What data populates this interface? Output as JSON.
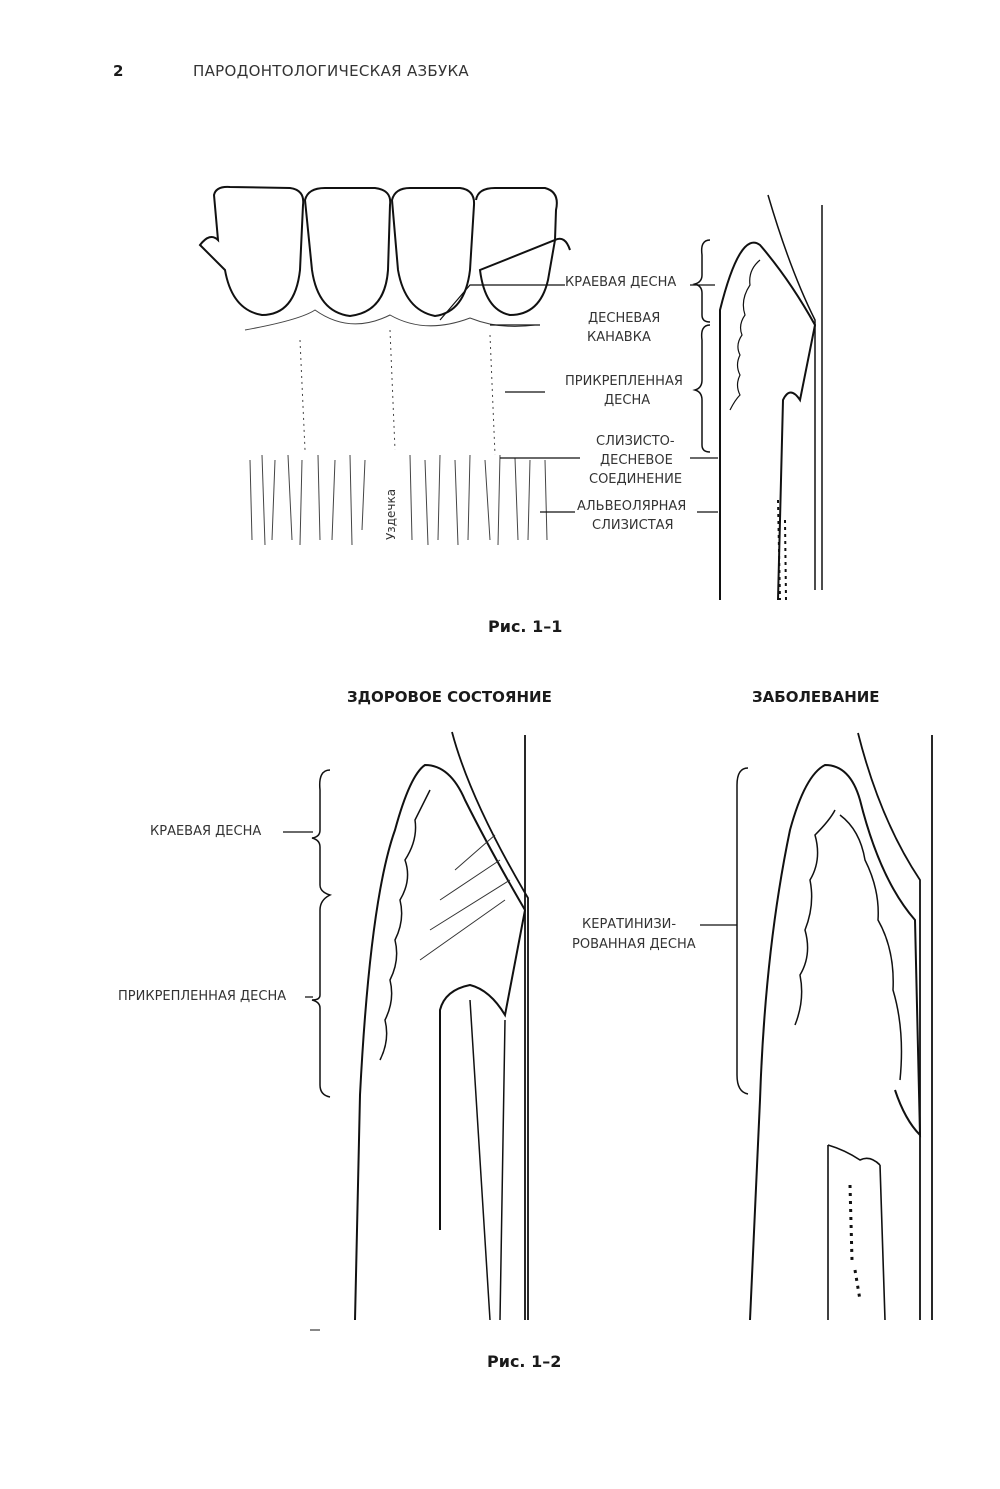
{
  "header": {
    "page_number": "2",
    "running_title": "ПАРОДОНТОЛОГИЧЕСКАЯ АЗБУКА"
  },
  "figure1": {
    "labels": {
      "marginal_gingiva": "КРАЕВАЯ ДЕСНА",
      "gingival_groove_1": "ДЕСНЕВАЯ",
      "gingival_groove_2": "КАНАВКА",
      "attached_gingiva_1": "ПРИКРЕПЛЕННАЯ",
      "attached_gingiva_2": "ДЕСНА",
      "mg_junction_1": "СЛИЗИСТО-",
      "mg_junction_2": "ДЕСНЕВОЕ",
      "mg_junction_3": "СОЕДИНЕНИЕ",
      "alveolar_mucosa_1": "АЛЬВЕОЛЯРНАЯ",
      "alveolar_mucosa_2": "СЛИЗИСТАЯ",
      "frenum": "Уздечка"
    },
    "caption": "Рис. 1–1"
  },
  "figure2": {
    "healthy_heading": "ЗДОРОВОЕ СОСТОЯНИЕ",
    "disease_heading": "ЗАБОЛЕВАНИЕ",
    "labels": {
      "marginal_gingiva": "КРАЕВАЯ ДЕСНА",
      "attached_gingiva": "ПРИКРЕПЛЕННАЯ ДЕСНА",
      "keratinized_1": "КЕРАТИНИЗИ-",
      "keratinized_2": "РОВАННАЯ ДЕСНА"
    },
    "caption": "Рис. 1–2"
  }
}
